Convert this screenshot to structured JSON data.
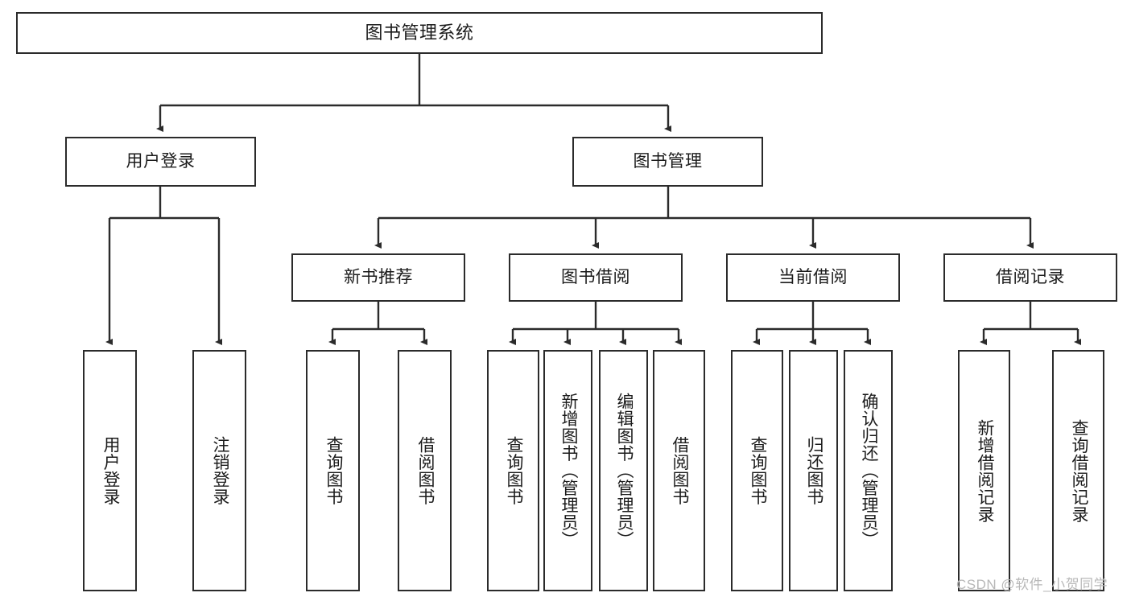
{
  "diagram": {
    "type": "tree-hierarchy",
    "title": "图书管理系统",
    "root": {
      "id": "root",
      "label": "图书管理系统",
      "orientation": "horizontal"
    },
    "level2": [
      {
        "id": "user-login",
        "label": "用户登录",
        "orientation": "horizontal"
      },
      {
        "id": "book-management",
        "label": "图书管理",
        "orientation": "horizontal"
      }
    ],
    "level3": [
      {
        "id": "new-book-recommend",
        "label": "新书推荐",
        "orientation": "horizontal",
        "parent": "book-management"
      },
      {
        "id": "book-borrow",
        "label": "图书借阅",
        "orientation": "horizontal",
        "parent": "book-management"
      },
      {
        "id": "current-borrow",
        "label": "当前借阅",
        "orientation": "horizontal",
        "parent": "book-management"
      },
      {
        "id": "borrow-record",
        "label": "借阅记录",
        "orientation": "horizontal",
        "parent": "book-management"
      }
    ],
    "leaves": [
      {
        "id": "leaf-user-login",
        "label": "用户登录",
        "parent": "user-login"
      },
      {
        "id": "leaf-logout",
        "label": "注销登录",
        "parent": "user-login"
      },
      {
        "id": "leaf-query-book-1",
        "label": "查询图书",
        "parent": "new-book-recommend"
      },
      {
        "id": "leaf-borrow-book-1",
        "label": "借阅图书",
        "parent": "new-book-recommend"
      },
      {
        "id": "leaf-query-book-2",
        "label": "查询图书",
        "parent": "book-borrow"
      },
      {
        "id": "leaf-add-book",
        "label": "新增图书（管理员）",
        "parent": "book-borrow"
      },
      {
        "id": "leaf-edit-book",
        "label": "编辑图书（管理员）",
        "parent": "book-borrow"
      },
      {
        "id": "leaf-borrow-book-2",
        "label": "借阅图书",
        "parent": "book-borrow"
      },
      {
        "id": "leaf-query-book-3",
        "label": "查询图书",
        "parent": "current-borrow"
      },
      {
        "id": "leaf-return-book",
        "label": "归还图书",
        "parent": "current-borrow"
      },
      {
        "id": "leaf-confirm-return",
        "label": "确认归还（管理员）",
        "parent": "current-borrow"
      },
      {
        "id": "leaf-add-record",
        "label": "新增借阅记录",
        "parent": "borrow-record"
      },
      {
        "id": "leaf-query-record",
        "label": "查询借阅记录",
        "parent": "borrow-record"
      }
    ]
  },
  "watermark": {
    "text": "CSDN @软件_小贺同学"
  },
  "colors": {
    "stroke": "#2b2b2b",
    "fill": "#ffffff",
    "text": "#1b1b1b",
    "watermark": "#b8b8b8"
  }
}
